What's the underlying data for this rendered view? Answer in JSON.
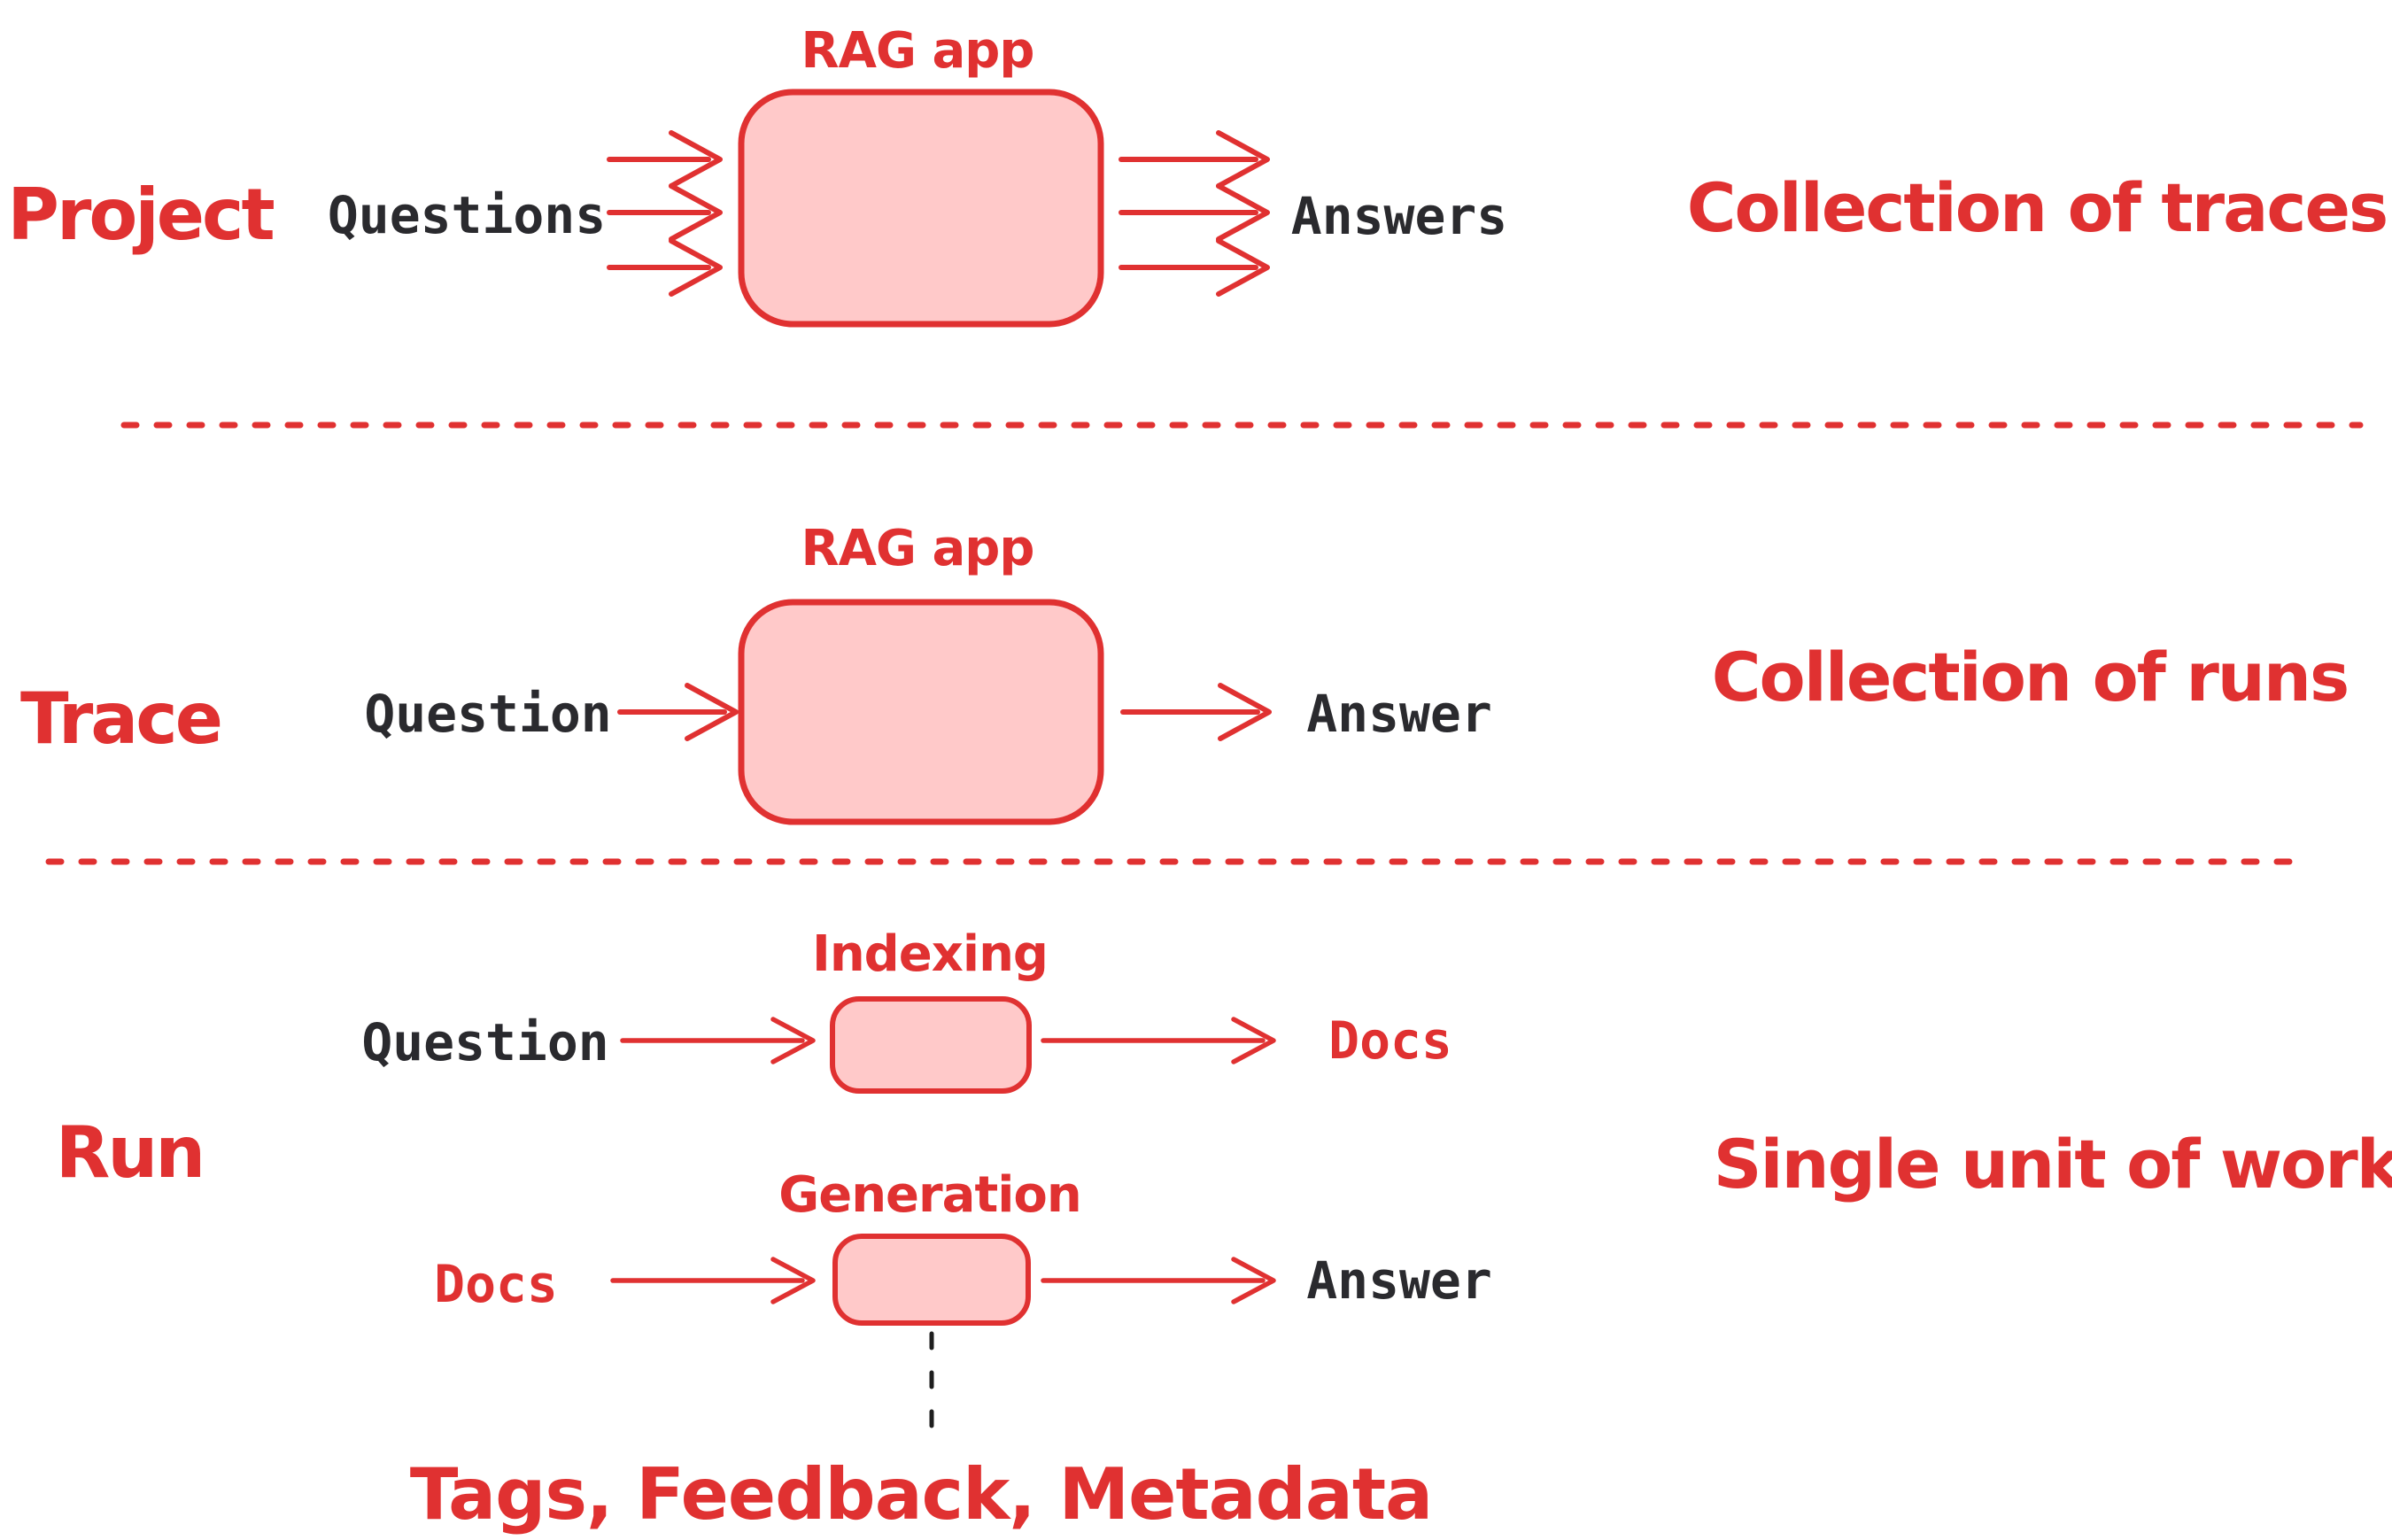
{
  "colors": {
    "accent_red": "#e03131",
    "box_fill": "#ffc9c9",
    "text_black": "#2a2a2e",
    "divider_black": "#1e1e1e"
  },
  "sections": [
    {
      "id": "project",
      "label": "Project",
      "process": "RAG app",
      "input": "Questions",
      "output": "Answers",
      "note": "Collection of traces"
    },
    {
      "id": "trace",
      "label": "Trace",
      "process": "RAG app",
      "input": "Question",
      "output": "Answer",
      "note": "Collection of runs"
    },
    {
      "id": "run",
      "label": "Run",
      "note": "Single unit of work",
      "steps": [
        {
          "process": "Indexing",
          "input": "Question",
          "output": "Docs"
        },
        {
          "process": "Generation",
          "input": "Docs",
          "output": "Answer"
        }
      ],
      "footnote": "Tags, Feedback, Metadata"
    }
  ]
}
